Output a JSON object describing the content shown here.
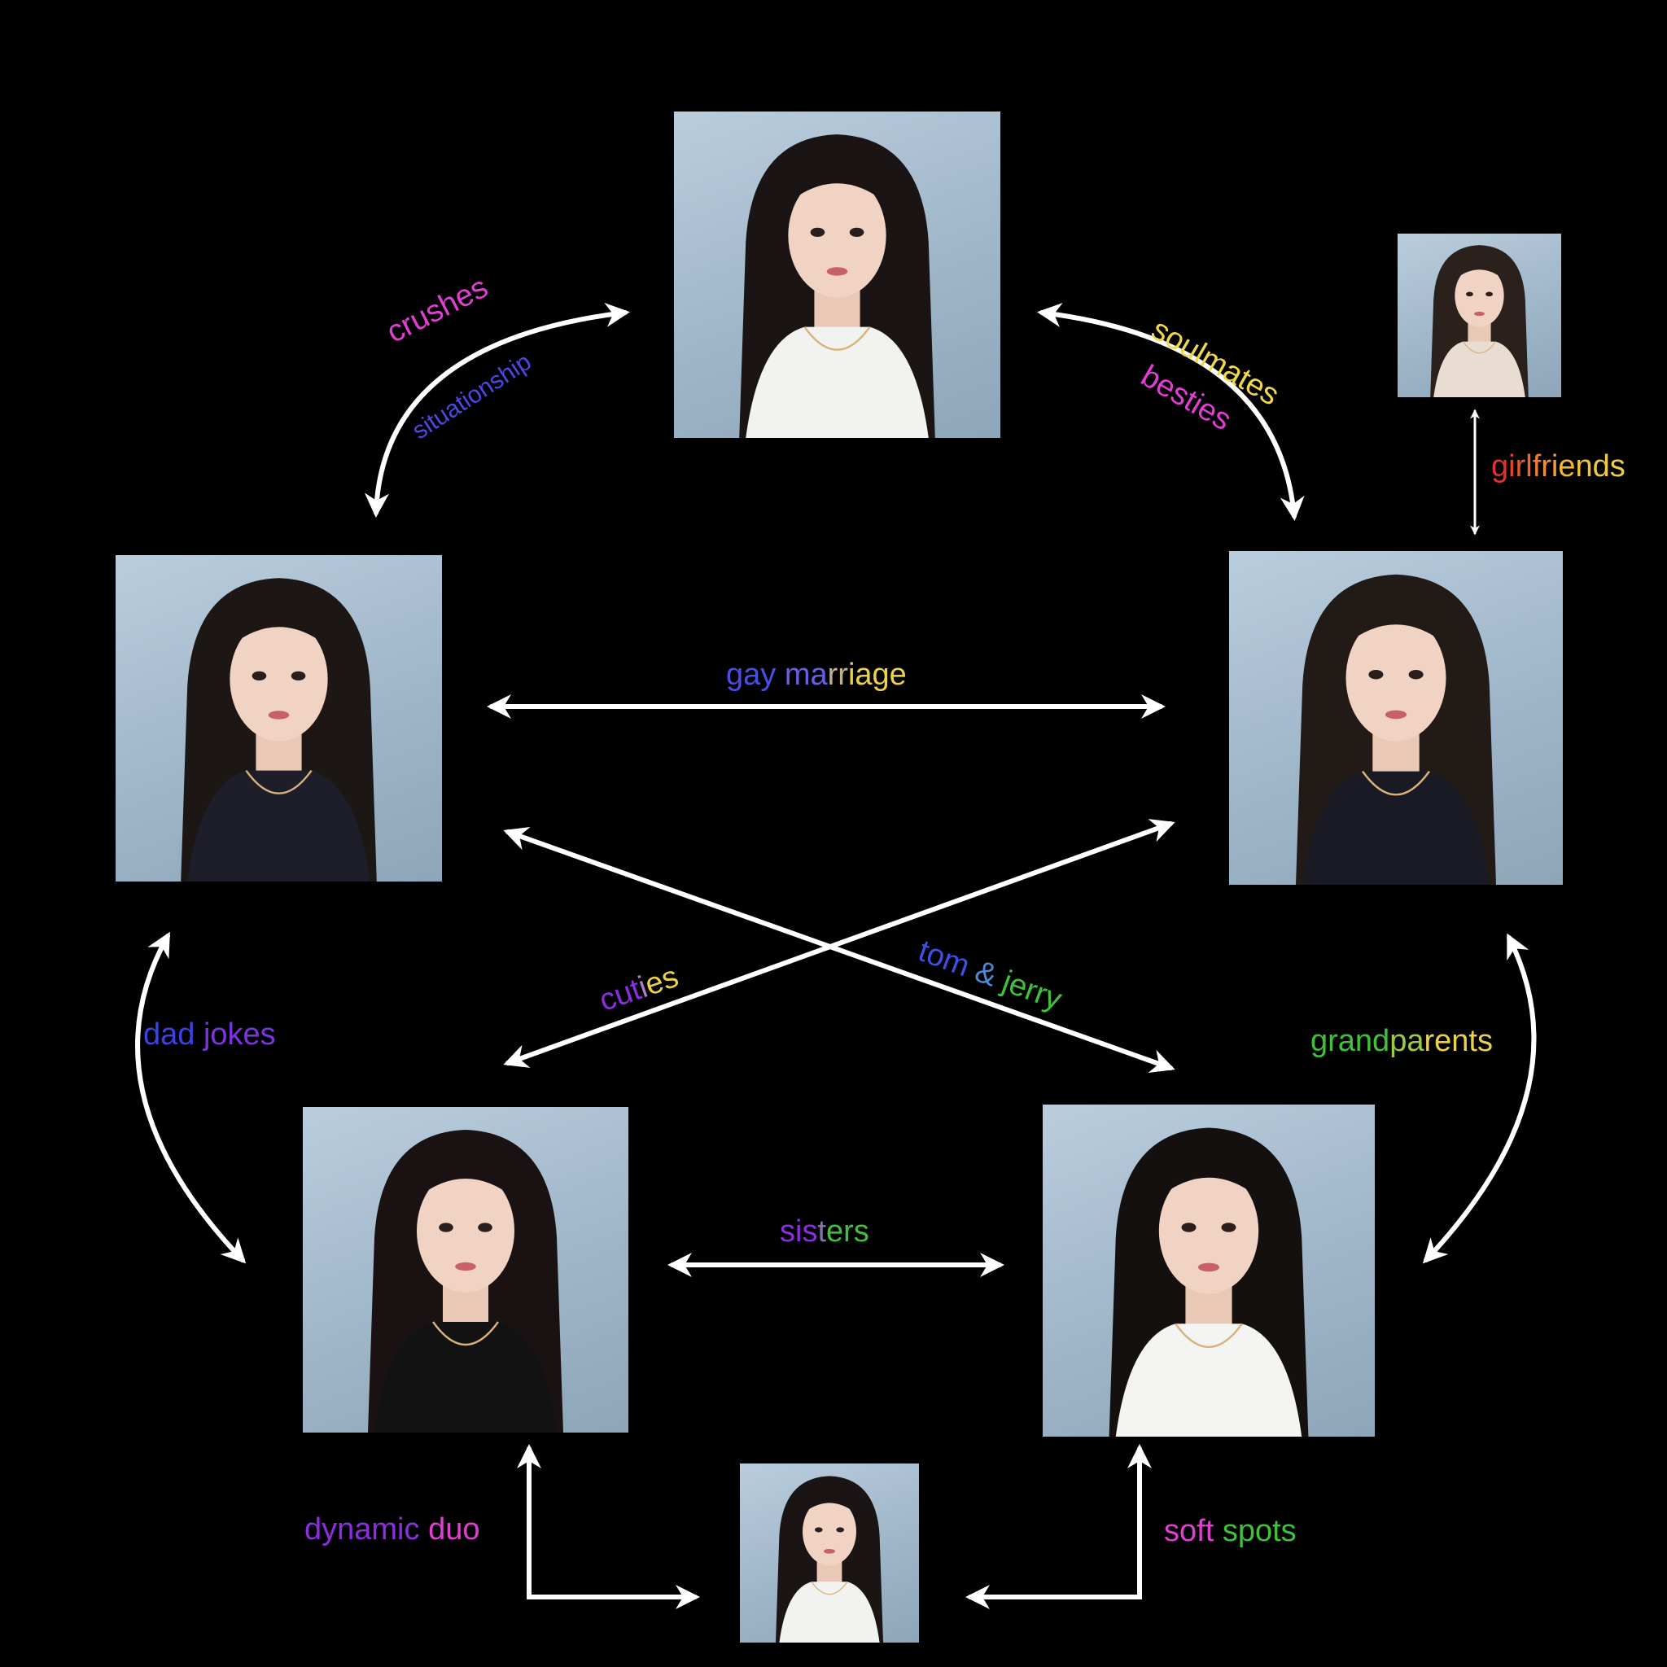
{
  "diagram": {
    "background": "#000000",
    "arrow_color": "#ffffff",
    "nodes": [
      {
        "id": "center-top",
        "kind": "portrait",
        "hair": "#1a1414",
        "top": "#f2f2f0"
      },
      {
        "id": "small-top-right",
        "kind": "portrait",
        "hair": "#2a201c",
        "top": "#e8ddd0"
      },
      {
        "id": "left",
        "kind": "portrait",
        "hair": "#1c1614",
        "top": "#1e1e2a"
      },
      {
        "id": "right",
        "kind": "portrait",
        "hair": "#221a16",
        "top": "#1a1a24"
      },
      {
        "id": "bottom-left",
        "kind": "portrait",
        "hair": "#1a1212",
        "top": "#121212"
      },
      {
        "id": "bottom-right",
        "kind": "portrait",
        "hair": "#141010",
        "top": "#f4f4f2"
      },
      {
        "id": "small-bottom",
        "kind": "portrait",
        "hair": "#1a1414",
        "top": "#f2f2f0"
      }
    ],
    "edges": [
      {
        "id": "crushes",
        "from": "left",
        "to": "center-top",
        "labels": [
          {
            "name": "crushes",
            "parts": [
              {
                "text": "crushes",
                "color": "#e13fd2"
              }
            ]
          },
          {
            "name": "situationship",
            "parts": [
              {
                "text": "situationship",
                "color": "#4b48e6"
              }
            ]
          }
        ]
      },
      {
        "id": "soulmates",
        "from": "center-top",
        "to": "right",
        "labels": [
          {
            "name": "soulmates",
            "parts": [
              {
                "text": "soulmates",
                "color": "#f1d94b"
              }
            ]
          },
          {
            "name": "besties",
            "parts": [
              {
                "text": "besties",
                "color": "#e13fd2"
              }
            ]
          }
        ]
      },
      {
        "id": "girlfriends",
        "from": "small-top-right",
        "to": "right",
        "labels": [
          {
            "name": "girlfriends",
            "parts": [
              {
                "text": "g",
                "color": "#e2342a"
              },
              {
                "text": "i",
                "color": "#e5452c"
              },
              {
                "text": "r",
                "color": "#e8572d"
              },
              {
                "text": "l",
                "color": "#eb6a2f"
              },
              {
                "text": "f",
                "color": "#ee7d30"
              },
              {
                "text": "r",
                "color": "#f08f31"
              },
              {
                "text": "i",
                "color": "#f3a232"
              },
              {
                "text": "e",
                "color": "#f5b434"
              },
              {
                "text": "n",
                "color": "#f2c23a"
              },
              {
                "text": "d",
                "color": "#efc93f"
              },
              {
                "text": "s",
                "color": "#ecd144"
              }
            ]
          }
        ]
      },
      {
        "id": "gay-marriage",
        "from": "left",
        "to": "right",
        "labels": [
          {
            "name": "gay marriage",
            "parts": [
              {
                "text": "gay ",
                "color": "#4a4ee4"
              },
              {
                "text": "ma",
                "color": "#6a5ee6"
              },
              {
                "text": "rr",
                "color": "#c0b08c"
              },
              {
                "text": "iage",
                "color": "#ecd24a"
              }
            ]
          }
        ]
      },
      {
        "id": "cuties",
        "from": "right",
        "to": "bottom-left",
        "labels": [
          {
            "name": "cuties",
            "parts": [
              {
                "text": "cut",
                "color": "#8a2ee0"
              },
              {
                "text": "i",
                "color": "#b07ad0"
              },
              {
                "text": "es",
                "color": "#ecd24a"
              }
            ]
          }
        ]
      },
      {
        "id": "tom-jerry",
        "from": "left",
        "to": "bottom-right",
        "labels": [
          {
            "name": "tom & jerry",
            "parts": [
              {
                "text": "tom ",
                "color": "#3e4fe6"
              },
              {
                "text": "&",
                "color": "#4a8cd8"
              },
              {
                "text": " jerry",
                "color": "#3fc23a"
              }
            ]
          }
        ]
      },
      {
        "id": "dad-jokes",
        "from": "left",
        "to": "bottom-left",
        "labels": [
          {
            "name": "dad jokes",
            "parts": [
              {
                "text": "dad ",
                "color": "#3e42e2"
              },
              {
                "text": "jokes",
                "color": "#7a34e0"
              }
            ]
          }
        ]
      },
      {
        "id": "grandparents",
        "from": "right",
        "to": "bottom-right",
        "labels": [
          {
            "name": "grandparents",
            "parts": [
              {
                "text": "grand",
                "color": "#3fc23a"
              },
              {
                "text": "pa",
                "color": "#9ccb40"
              },
              {
                "text": "rents",
                "color": "#ecd24a"
              }
            ]
          }
        ]
      },
      {
        "id": "sisters",
        "from": "bottom-left",
        "to": "bottom-right",
        "labels": [
          {
            "name": "sisters",
            "parts": [
              {
                "text": "sis",
                "color": "#8a2ee0"
              },
              {
                "text": "t",
                "color": "#7e78a8"
              },
              {
                "text": "ers",
                "color": "#3fc23a"
              }
            ]
          }
        ]
      },
      {
        "id": "dynamic-duo",
        "from": "bottom-left",
        "to": "small-bottom",
        "labels": [
          {
            "name": "dynamic duo",
            "parts": [
              {
                "text": "dynamic ",
                "color": "#8a2ee0"
              },
              {
                "text": "duo",
                "color": "#e13fd2"
              }
            ]
          }
        ]
      },
      {
        "id": "soft-spots",
        "from": "small-bottom",
        "to": "bottom-right",
        "labels": [
          {
            "name": "soft spots",
            "parts": [
              {
                "text": "soft ",
                "color": "#e13fd2"
              },
              {
                "text": "spots",
                "color": "#3fc23a"
              }
            ]
          }
        ]
      }
    ]
  }
}
